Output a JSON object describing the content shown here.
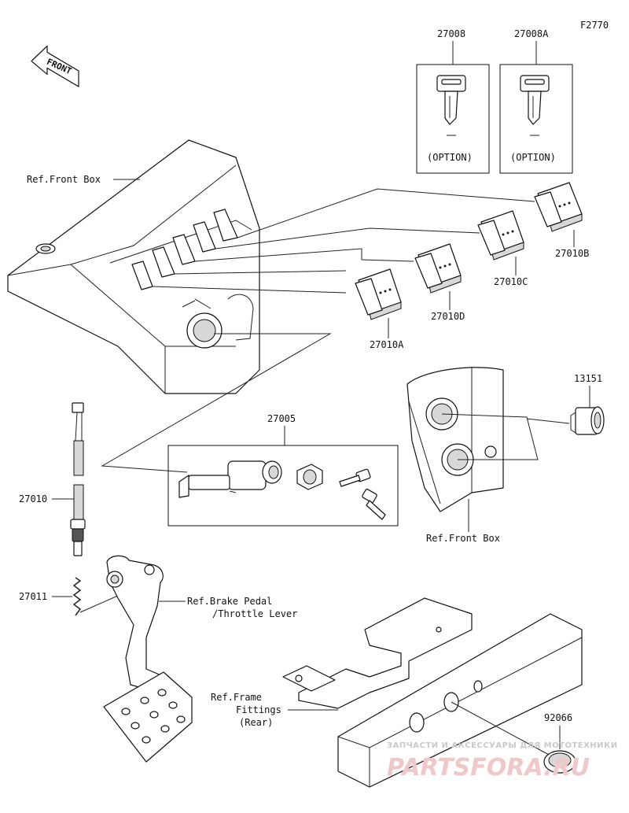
{
  "diagram_code": "F2770",
  "front_label": "FRONT",
  "callouts": {
    "key_a": "27008",
    "key_b": "27008A",
    "option_a": "(OPTION)",
    "option_b": "(OPTION)",
    "ref_front_box_top": "Ref.Front Box",
    "switch_b": "27010B",
    "switch_c": "27010C",
    "switch_d": "27010D",
    "switch_a": "27010A",
    "socket": "13151",
    "ignition_kit": "27005",
    "brake_switch": "27010",
    "spring": "27011",
    "ref_brake_line1": "Ref.Brake Pedal",
    "ref_brake_line2": "/Throttle Lever",
    "ref_front_box_bottom": "Ref.Front Box",
    "ref_frame_line1": "Ref.Frame",
    "ref_frame_line2": "Fittings",
    "ref_frame_line3": "(Rear)",
    "cap": "92066"
  },
  "watermark": {
    "line1": "ЗАПЧАСТИ И АКСЕССУАРЫ ДЛЯ МОТОТЕХНИКИ",
    "line2": "PARTSFORA.RU"
  }
}
